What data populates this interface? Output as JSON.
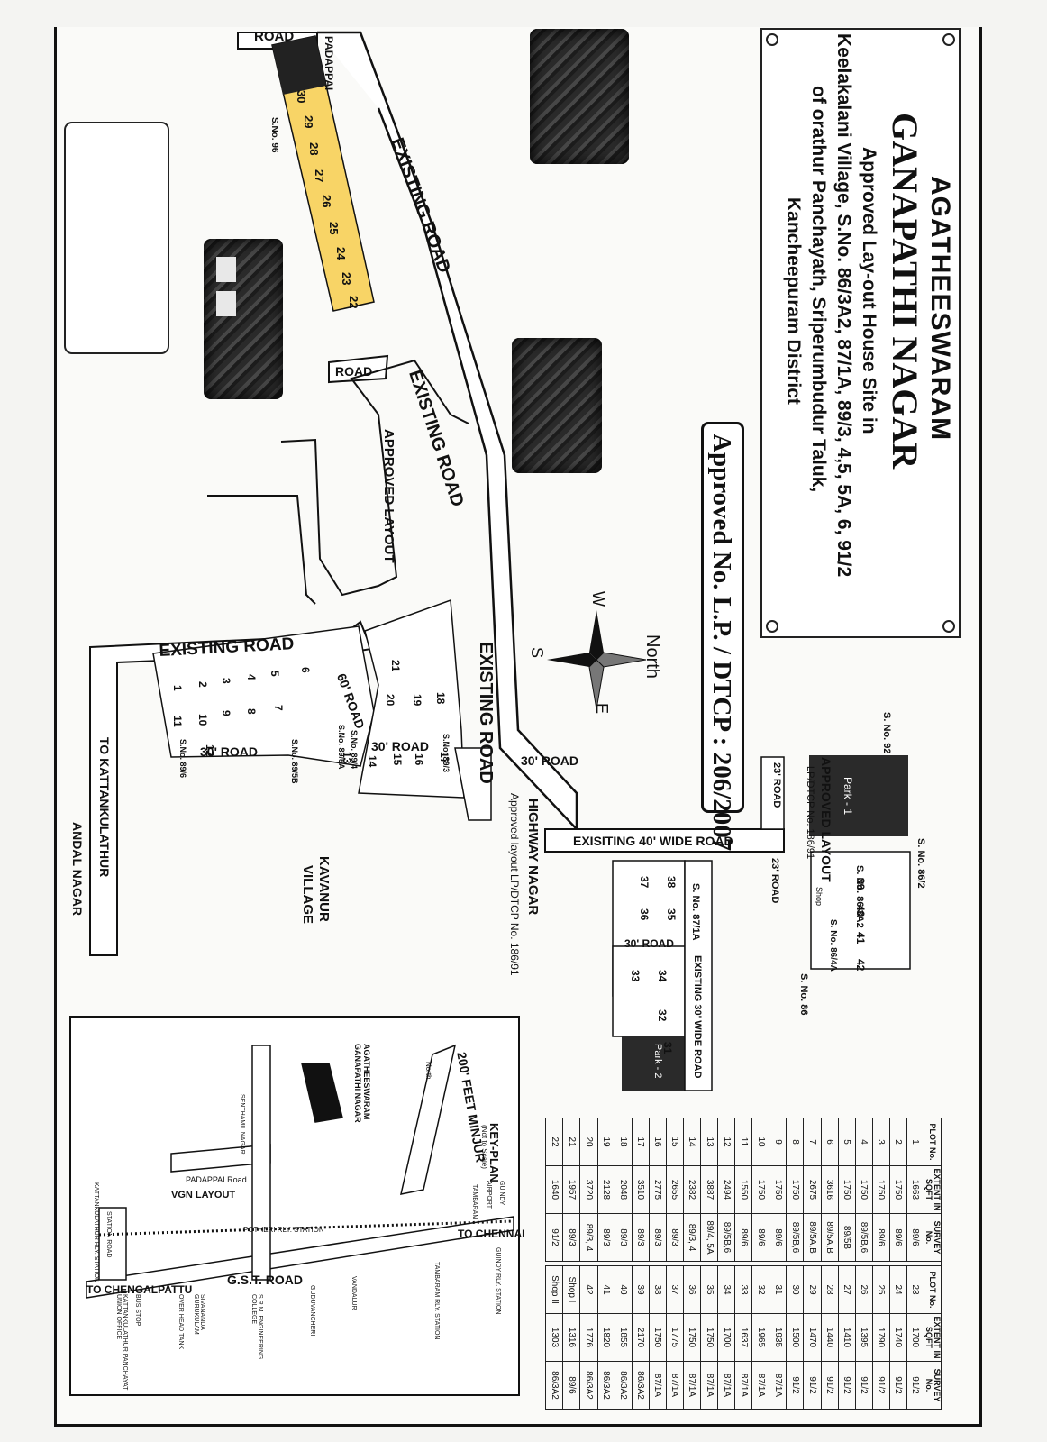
{
  "title": {
    "line1": "AGATHEESWARAM",
    "line2": "GANAPATHI NAGAR",
    "line3": "Approved Lay-out House Site in",
    "line4": "Keelakalani Village, S.No. 86/3A2, 87/1A, 89/3, 4,5, 5A, 6, 91/2",
    "line5": "of orathur Panchayath, Sriperumbudur Taluk,",
    "line6": "Kancheepuram District"
  },
  "approval": "Approved No. L.P. / DTCP : 206/2007",
  "compass": {
    "north": "North",
    "east": "E",
    "south": "S",
    "west": "W"
  },
  "labels": {
    "road_top": "ROAD",
    "padappai": "PADAPPAI",
    "existing_road_1": "EXISTING ROAD",
    "road_mid": "ROAD",
    "existing_road_2": "EXISTING ROAD",
    "approved_layout": "APPROVED LAYOUT",
    "existing_road_h": "EXISTING ROAD",
    "existing_road_v": "EXISTING ROAD",
    "road_30_top": "30' ROAD",
    "road_30_left": "30' ROAD",
    "road_30_mid": "30' ROAD",
    "road_60": "60' ROAD",
    "sno_96": "S.No. 96",
    "sno_92": "S. No. 92",
    "approved_layout_2": "APPROVED LAYOUT",
    "lpdtcp_186": "LP/DTCP No. 186/91",
    "road_23_a": "23' ROAD",
    "road_23_b": "23' ROAD",
    "road_40_wide": "EXISITING 40' WIDE ROAD",
    "sno_86_2": "S. No. 86/2",
    "sno_86_3a2": "S. No. 86/3A2",
    "sno_86_4a": "S. No. 86/4A",
    "sno_86": "S. No. 86",
    "sno_87_1a": "S. No. 87/1A",
    "road_30_wide": "EXISTING 30' WIDE ROAD",
    "road_30_lower": "30' ROAD",
    "highway_nagar": "HIGHWAY NAGAR",
    "highway_note": "Approved layout LP/DTCP No. 186/91",
    "kavanur": "KAVANUR",
    "village": "VILLAGE",
    "to_kattankulathur": "TO KATTANKULATHUR",
    "andal_nagar": "ANDAL NAGAR",
    "park1": "Park - 1",
    "park2": "Park - 2",
    "sno_89_5b": "S.No. 89/5B",
    "sno_89_6": "S.No. 89/6",
    "sno_89_4": "S.No. 89/4",
    "sno_89_5a": "S.No. 89/5A",
    "sno_89_3": "S.No. 89/3",
    "shop": "Shop"
  },
  "plot_numbers_top": [
    "30",
    "29",
    "28",
    "27",
    "26",
    "25",
    "24",
    "23",
    "22"
  ],
  "plot_numbers_left": [
    "1",
    "2",
    "3",
    "4",
    "5",
    "6",
    "11",
    "10",
    "9",
    "8",
    "7",
    "12"
  ],
  "plot_numbers_mid": [
    "21",
    "20",
    "19",
    "18",
    "17",
    "16",
    "15",
    "14",
    "13"
  ],
  "plot_numbers_right": [
    "39",
    "40",
    "41",
    "42",
    "37",
    "38",
    "36",
    "35",
    "33",
    "34",
    "32",
    "31"
  ],
  "keyplan": {
    "title": "KEY-PLAN",
    "subtitle": "(Not to Scale)",
    "road_200": "200' FEET MINJUR",
    "site": "AGATHEESWARAM GANAPATHI NAGAR",
    "north": "North",
    "to_chennai": "TO CHENNAI",
    "to_chengalpattu": "TO CHENGALPATTU",
    "gst_road": "G.S.T. ROAD",
    "padappai_road": "PADAPPAI Road",
    "vgn_layout": "VGN LAYOUT",
    "potheri": "POTHERI RLY. STATION",
    "kattankulathur_station": "KATTANKULATHUR RLY. STATION",
    "station_road": "STATION ROAD",
    "senthamil_nagar": "SENTHAMIL NAGAR",
    "guindy": "GUINDY",
    "airport": "AIRPORT",
    "tambaram": "TAMBARAM",
    "guindy_station": "GUINDY RLY. STATION",
    "tambaram_station": "TAMBARAM RLY. STATION",
    "vandalur": "VANDALUR",
    "guduvancheri": "GUDUVANCHERI",
    "srm": "S.R.M. ENGINEERING COLLEGE",
    "sivananda": "SIVANANDA GURUKULAM",
    "overhead_tank": "OVER HEAD TANK",
    "bus_stop": "BUS STOP",
    "panchayat": "KATTANKULATHUR PANCHAYAT UNION OFFICE"
  },
  "table": {
    "headers": [
      "PLOT No.",
      "EXTENT IN SQFT",
      "SURVEY No."
    ],
    "left": [
      [
        "1",
        "1663",
        "89/6"
      ],
      [
        "2",
        "1750",
        "89/6"
      ],
      [
        "3",
        "1750",
        "89/6"
      ],
      [
        "4",
        "1750",
        "89/5B,6"
      ],
      [
        "5",
        "1750",
        "89/5B"
      ],
      [
        "6",
        "3616",
        "89/5A,B"
      ],
      [
        "7",
        "2675",
        "89/5A,B"
      ],
      [
        "8",
        "1750",
        "89/5B,6"
      ],
      [
        "9",
        "1750",
        "89/6"
      ],
      [
        "10",
        "1750",
        "89/6"
      ],
      [
        "11",
        "1550",
        "89/6"
      ],
      [
        "12",
        "2494",
        "89/5B,6"
      ],
      [
        "13",
        "3887",
        "89/4, 5A"
      ],
      [
        "14",
        "2382",
        "89/3, 4"
      ],
      [
        "15",
        "2655",
        "89/3"
      ],
      [
        "16",
        "2775",
        "89/3"
      ],
      [
        "17",
        "3510",
        "89/3"
      ],
      [
        "18",
        "2048",
        "89/3"
      ],
      [
        "19",
        "2128",
        "89/3"
      ],
      [
        "20",
        "3720",
        "89/3, 4"
      ],
      [
        "21",
        "1957",
        "89/3"
      ],
      [
        "22",
        "1640",
        "91/2"
      ]
    ],
    "right": [
      [
        "23",
        "1700",
        "91/2"
      ],
      [
        "24",
        "1740",
        "91/2"
      ],
      [
        "25",
        "1790",
        "91/2"
      ],
      [
        "26",
        "1395",
        "91/2"
      ],
      [
        "27",
        "1410",
        "91/2"
      ],
      [
        "28",
        "1440",
        "91/2"
      ],
      [
        "29",
        "1470",
        "91/2"
      ],
      [
        "30",
        "1500",
        "91/2"
      ],
      [
        "31",
        "1935",
        "87/1A"
      ],
      [
        "32",
        "1965",
        "87/1A"
      ],
      [
        "33",
        "1637",
        "87/1A"
      ],
      [
        "34",
        "1700",
        "87/1A"
      ],
      [
        "35",
        "1750",
        "87/1A"
      ],
      [
        "36",
        "1750",
        "87/1A"
      ],
      [
        "37",
        "1775",
        "87/1A"
      ],
      [
        "38",
        "1750",
        "87/1A"
      ],
      [
        "39",
        "2170",
        "86/3A2"
      ],
      [
        "40",
        "1855",
        "86/3A2"
      ],
      [
        "41",
        "1820",
        "86/3A2"
      ],
      [
        "42",
        "1776",
        "86/3A2"
      ],
      [
        "Shop I",
        "1316",
        "89/6"
      ],
      [
        "Shop II",
        "1303",
        "86/3A2"
      ]
    ]
  }
}
